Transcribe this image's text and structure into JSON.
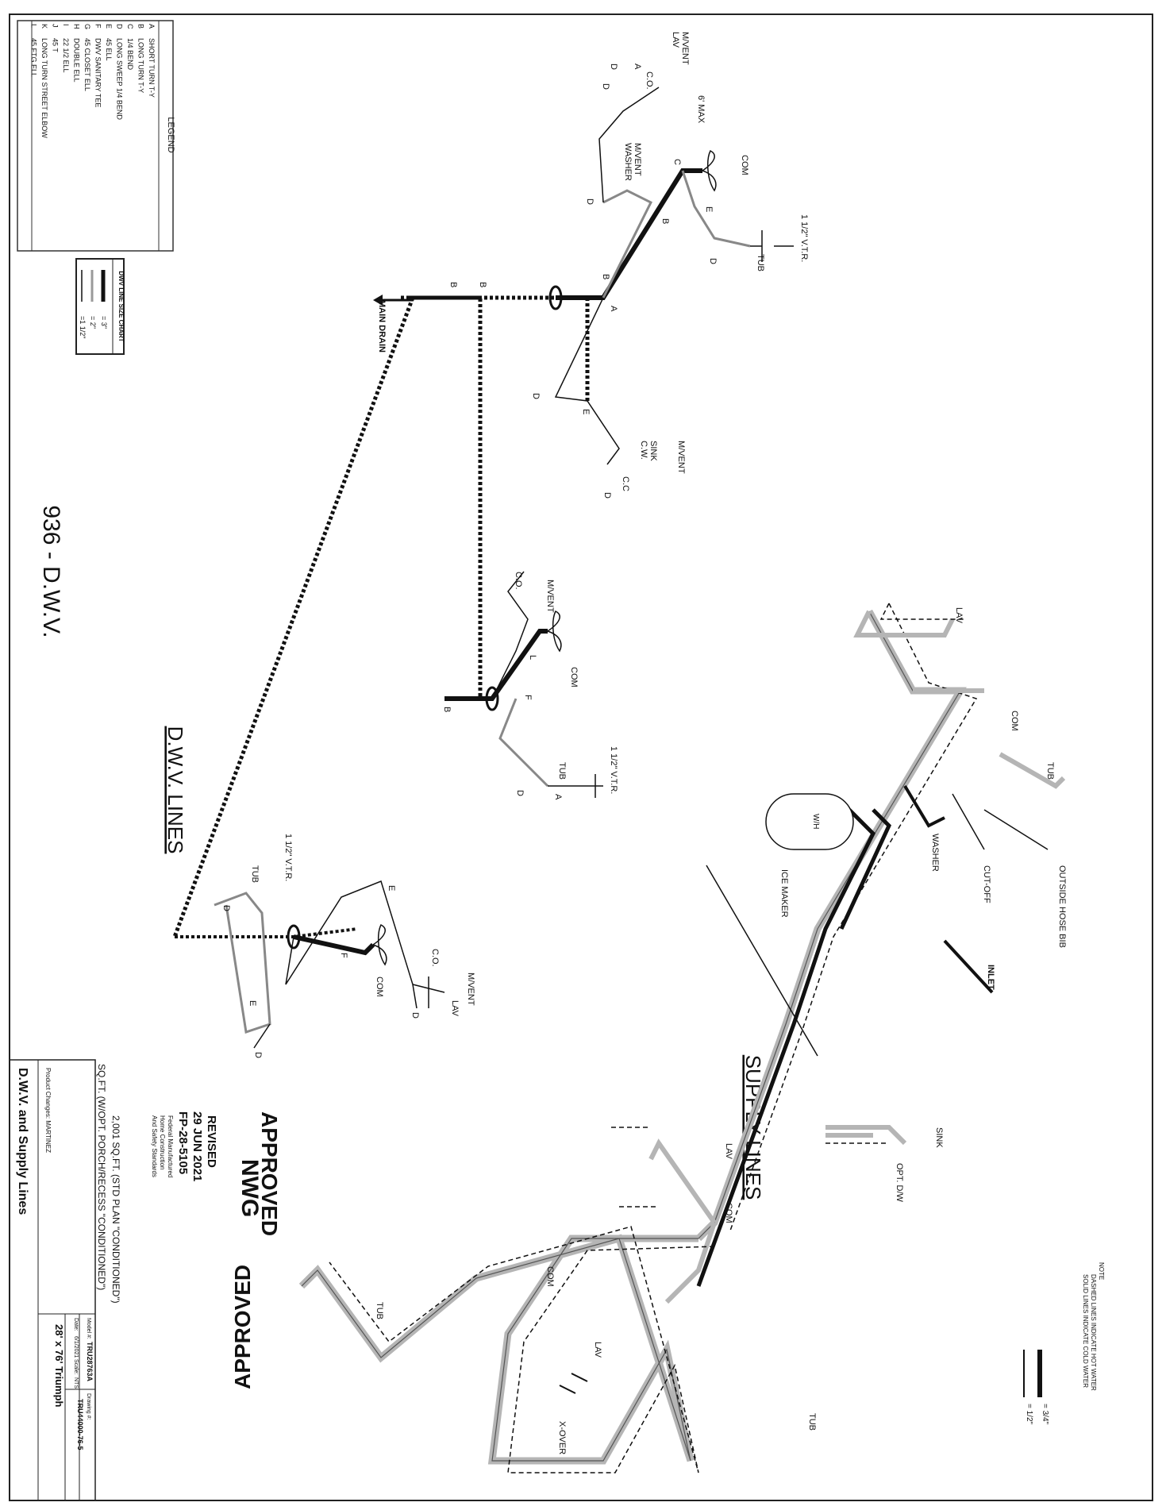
{
  "page_title": "936 - D.W.V.",
  "dwv_heading": "D.W.V. LINES",
  "supply_heading": "SUPPLY LINES",
  "legend": {
    "title": "LEGEND",
    "items": [
      {
        "key": "A",
        "text": "SHORT TURN T-Y"
      },
      {
        "key": "B",
        "text": "LONG TURN T-Y"
      },
      {
        "key": "C",
        "text": "1/4 BEND"
      },
      {
        "key": "D",
        "text": "LONG SWEEP 1/4 BEND"
      },
      {
        "key": "E",
        "text": "45 ELL"
      },
      {
        "key": "F",
        "text": "DWV SANITARY TEE"
      },
      {
        "key": "G",
        "text": "45 CLOSET ELL"
      },
      {
        "key": "H",
        "text": "DOUBLE ELL"
      },
      {
        "key": "I",
        "text": "22 1/2 ELL"
      },
      {
        "key": "J",
        "text": "45 T"
      },
      {
        "key": "K",
        "text": "LONG TURN STREET ELBOW"
      },
      {
        "key": "L",
        "text": "45 FTG ELL"
      }
    ]
  },
  "size_chart": {
    "title": "DWV LINE SIZE CHART",
    "rows": [
      "= 3\"",
      "= 2\"",
      "=1 1/2\""
    ]
  },
  "supply_note": {
    "title": "NOTE",
    "line1": "DASHED LINES INDICATE HOT WATER",
    "line2": "SOLID LINES INDICATE COLD WATER",
    "size1": "= 3/4\"",
    "size2": "= 1/2\""
  },
  "dwv_labels": {
    "lav": "LAV",
    "mvent": "M/VENT",
    "co": "C.O.",
    "cc": "C.C",
    "max": "6' MAX",
    "com": "COM",
    "washer": "WASHER",
    "vtr": "1 1/2\" V.T.R.",
    "tub": "TUB",
    "sink": "SINK",
    "cw": "C.W.",
    "main_drain": "MAIN DRAIN",
    "a": "A",
    "b": "B",
    "c": "C",
    "d": "D",
    "e": "E",
    "f": "F",
    "l": "L"
  },
  "supply_labels": {
    "lav": "LAV",
    "com": "COM",
    "tub": "TUB",
    "outside_hose_bib": "OUTSIDE HOSE BIB",
    "cut_off": "CUT-OFF",
    "washer": "WASHER",
    "wh": "W/H",
    "ice_maker": "ICE MAKER",
    "inlet": "INLET",
    "sink": "SINK",
    "opt_dw": "OPT. D/W",
    "x_over": "X-OVER"
  },
  "stamp": {
    "approved": "APPROVED",
    "agency": "NWG",
    "revised": "REVISED",
    "date": "29 JUN 2021",
    "code": "FP-28-5105",
    "fine1": "Federal Manufactured",
    "fine2": "Home Construction",
    "fine3": "And Safety Standards"
  },
  "sqft": {
    "line1": "2,001 SQ.FT. (STD PLAN \"CONDITIONED\")",
    "line2": "SQ.FT. (W/OPT. PORCH/RECESS \"CONDITIONED\")"
  },
  "title_block": {
    "product_changes": "Product Changes: MARTINEZ",
    "model_label": "Model #:",
    "model": "TRU28763A",
    "date_label": "Date:",
    "date": "6/1/2021",
    "scale_label": "Scale:",
    "scale": "NTS",
    "drawing_label": "Drawing #:",
    "drawing": "TRU44000-76-5",
    "size": "28' x 76' Triumph",
    "sheet_title": "D.W.V. and Supply Lines"
  },
  "colors": {
    "line": "#111111",
    "gray": "#8c8c8c",
    "paper": "#ffffff"
  }
}
